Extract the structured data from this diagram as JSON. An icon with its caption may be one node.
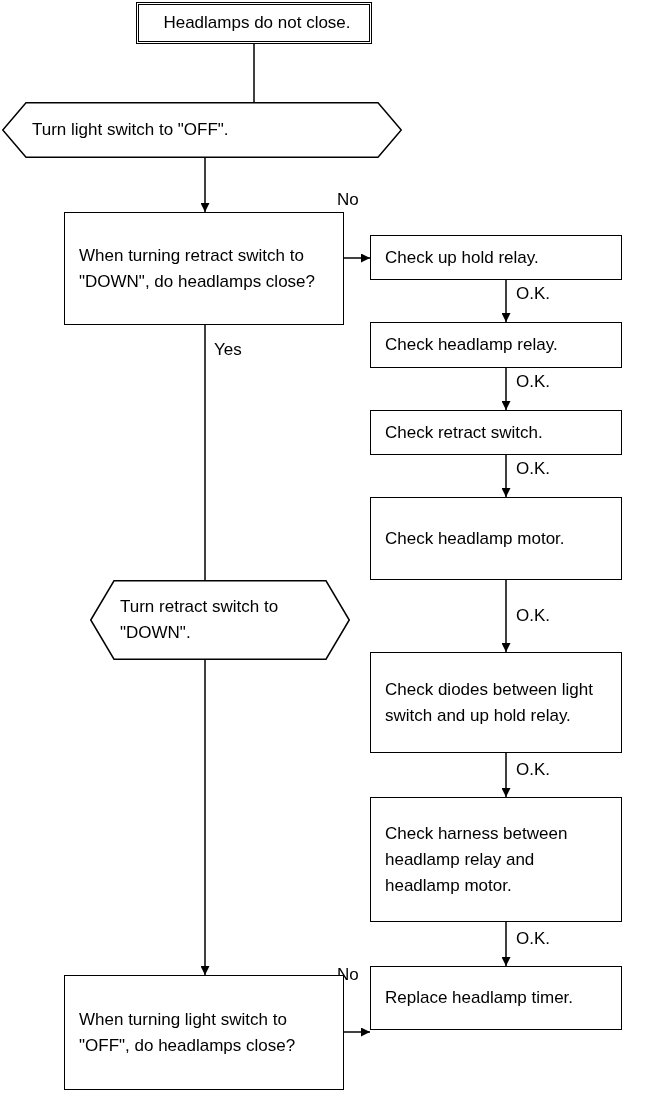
{
  "diagram": {
    "nodes": [
      {
        "text": [
          "Headlamps do not close."
        ]
      },
      {
        "text": [
          "Turn light switch to \"OFF\"."
        ]
      },
      {
        "text": [
          "When turning retract switch to \"DOWN\", do headlamps close?"
        ]
      },
      {
        "text": [
          "Check up hold relay."
        ]
      },
      {
        "text": [
          "Check headlamp relay."
        ]
      },
      {
        "text": [
          "Check retract switch."
        ]
      },
      {
        "text": [
          "Check headlamp motor."
        ]
      },
      {
        "text": [
          "Check diodes between light switch and up hold relay."
        ]
      },
      {
        "text": [
          "Check harness between headlamp relay and headlamp motor."
        ]
      },
      {
        "text": [
          "Replace headlamp timer."
        ]
      },
      {
        "text": [
          "Turn retract switch to \"DOWN\"."
        ]
      },
      {
        "text": [
          "When turning light switch to \"OFF\", do headlamps close?"
        ]
      }
    ],
    "edges": [
      {
        "from": 0,
        "to": 1,
        "arrow": "none"
      },
      {
        "from": 1,
        "to": 2,
        "arrow": "to"
      },
      {
        "from": 2,
        "to": 3,
        "arrow": "to",
        "label": "No"
      },
      {
        "from": 3,
        "to": 4,
        "arrow": "to",
        "label": "O.K."
      },
      {
        "from": 4,
        "to": 5,
        "arrow": "to",
        "label": "O.K."
      },
      {
        "from": 5,
        "to": 6,
        "arrow": "to",
        "label": "O.K."
      },
      {
        "from": 6,
        "to": 7,
        "arrow": "to",
        "label": "O.K."
      },
      {
        "from": 7,
        "to": 8,
        "arrow": "to",
        "label": "O.K."
      },
      {
        "from": 8,
        "to": 9,
        "arrow": "to",
        "label": "O.K."
      },
      {
        "from": 2,
        "to": 10,
        "arrow": "none",
        "label": "Yes"
      },
      {
        "from": 10,
        "to": 11,
        "arrow": "to"
      },
      {
        "from": 11,
        "to": 9,
        "arrow": "to",
        "label": "No"
      }
    ]
  }
}
